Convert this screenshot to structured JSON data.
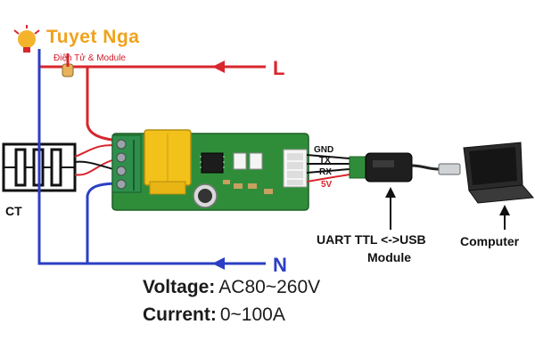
{
  "logo": {
    "title": "Tuyet Nga",
    "subtitle": "Điện Tử & Module"
  },
  "lines": {
    "live": "L",
    "neutral": "N"
  },
  "ct_label": "CT",
  "pins": [
    "GND",
    "TX",
    "RX",
    "5V"
  ],
  "usb_module_label": [
    "UART TTL <->USB",
    "Module"
  ],
  "computer_label": "Computer",
  "specs": {
    "voltage_label": "Voltage",
    "voltage_value": "AC80~260V",
    "current_label": "Current",
    "current_value": "0~100A"
  },
  "colors": {
    "live_wire": "#d8262d",
    "neutral_wire": "#2b3fc4",
    "pcb": "#2f8d3a",
    "transformer": "#f2c21a",
    "terminal": "#2e8f4a"
  }
}
